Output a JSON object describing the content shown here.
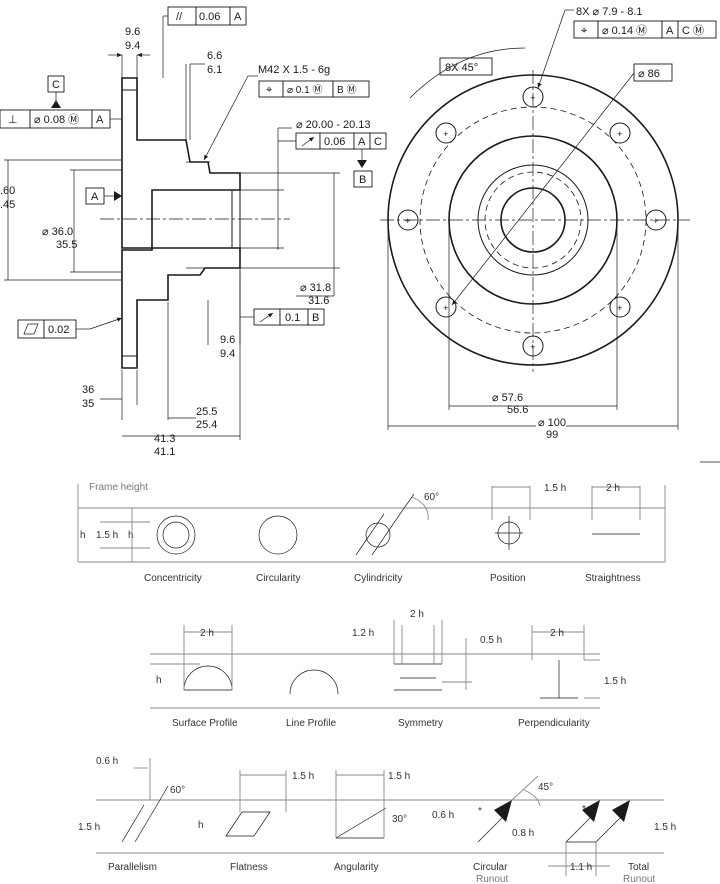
{
  "side_view": {
    "dim_flange_top": [
      "9.6",
      "9.4"
    ],
    "fcf_parallelism": {
      "symbol": "//",
      "tolerance": "0.06",
      "datum": "A"
    },
    "dim_shoulder": [
      "6.6",
      "6.1"
    ],
    "thread_callout": "M42  X  1.5 - 6g",
    "fcf_thread_position": {
      "symbol": "⌖",
      "tolerance": "⌀ 0.1 Ⓜ",
      "datum1": "B Ⓜ"
    },
    "datum_c": "C",
    "fcf_perpendicularity": {
      "symbol": "⊥",
      "tolerance": "⌀ 0.08 Ⓜ",
      "datum": "A"
    },
    "dim_bore": "⌀ 20.00 - 20.13",
    "fcf_bore_runout": {
      "tolerance": "0.06",
      "datum1": "A",
      "datum2": "C"
    },
    "datum_b": "B",
    "datum_a": "A",
    "dim_outer_left": [
      ".60",
      ".45"
    ],
    "dim_hub_dia": [
      "⌀ 36.0",
      "35.5"
    ],
    "dim_hub_od": [
      "⌀ 31.8",
      "31.6"
    ],
    "fcf_hub_runout": {
      "tolerance": "0.1",
      "datum": "B"
    },
    "fcf_flatness": {
      "tolerance": "0.02"
    },
    "dim_hub_len": [
      "9.6",
      "9.4"
    ],
    "dim_flange_thk": [
      "36",
      "35"
    ],
    "dim_hub_step": [
      "25.5",
      "25.4"
    ],
    "dim_overall": [
      "41.3",
      "41.1"
    ]
  },
  "front_view": {
    "hole_count_callout": "8X  ⌀ 7.9 - 8.1",
    "fcf_holes": {
      "symbol": "⌖",
      "tolerance": "⌀ 0.14 Ⓜ",
      "datum1": "A",
      "datum2": "C Ⓜ"
    },
    "angle_callout": "8X  45°",
    "bolt_circle": "⌀ 86",
    "dim_inner": [
      "⌀ 57.6",
      "56.6"
    ],
    "dim_outer": [
      "⌀ 100",
      "99"
    ]
  },
  "symbol_guide": {
    "frame_height_label": "Frame  height",
    "h_label": "h",
    "h15_label": "1.5 h",
    "h2_label": "2 h",
    "h12_label": "1.2 h",
    "h05_label": "0.5 h",
    "h06_label": "0.6 h",
    "h08_label": "0.8 h",
    "h11_label": "1.1 h",
    "angle60": "60°",
    "angle30": "30°",
    "angle45": "45°",
    "star": "*",
    "row1": [
      "Concentricity",
      "Circularity",
      "Cylindricity",
      "Position",
      "Straightness"
    ],
    "row2": [
      "Surface  Profile",
      "Line  Profile",
      "Symmetry",
      "Perpendicularity"
    ],
    "row3": [
      "Parallelism",
      "Flatness",
      "Angularity",
      "Circular",
      "Runout",
      "Total",
      "Runout"
    ]
  }
}
